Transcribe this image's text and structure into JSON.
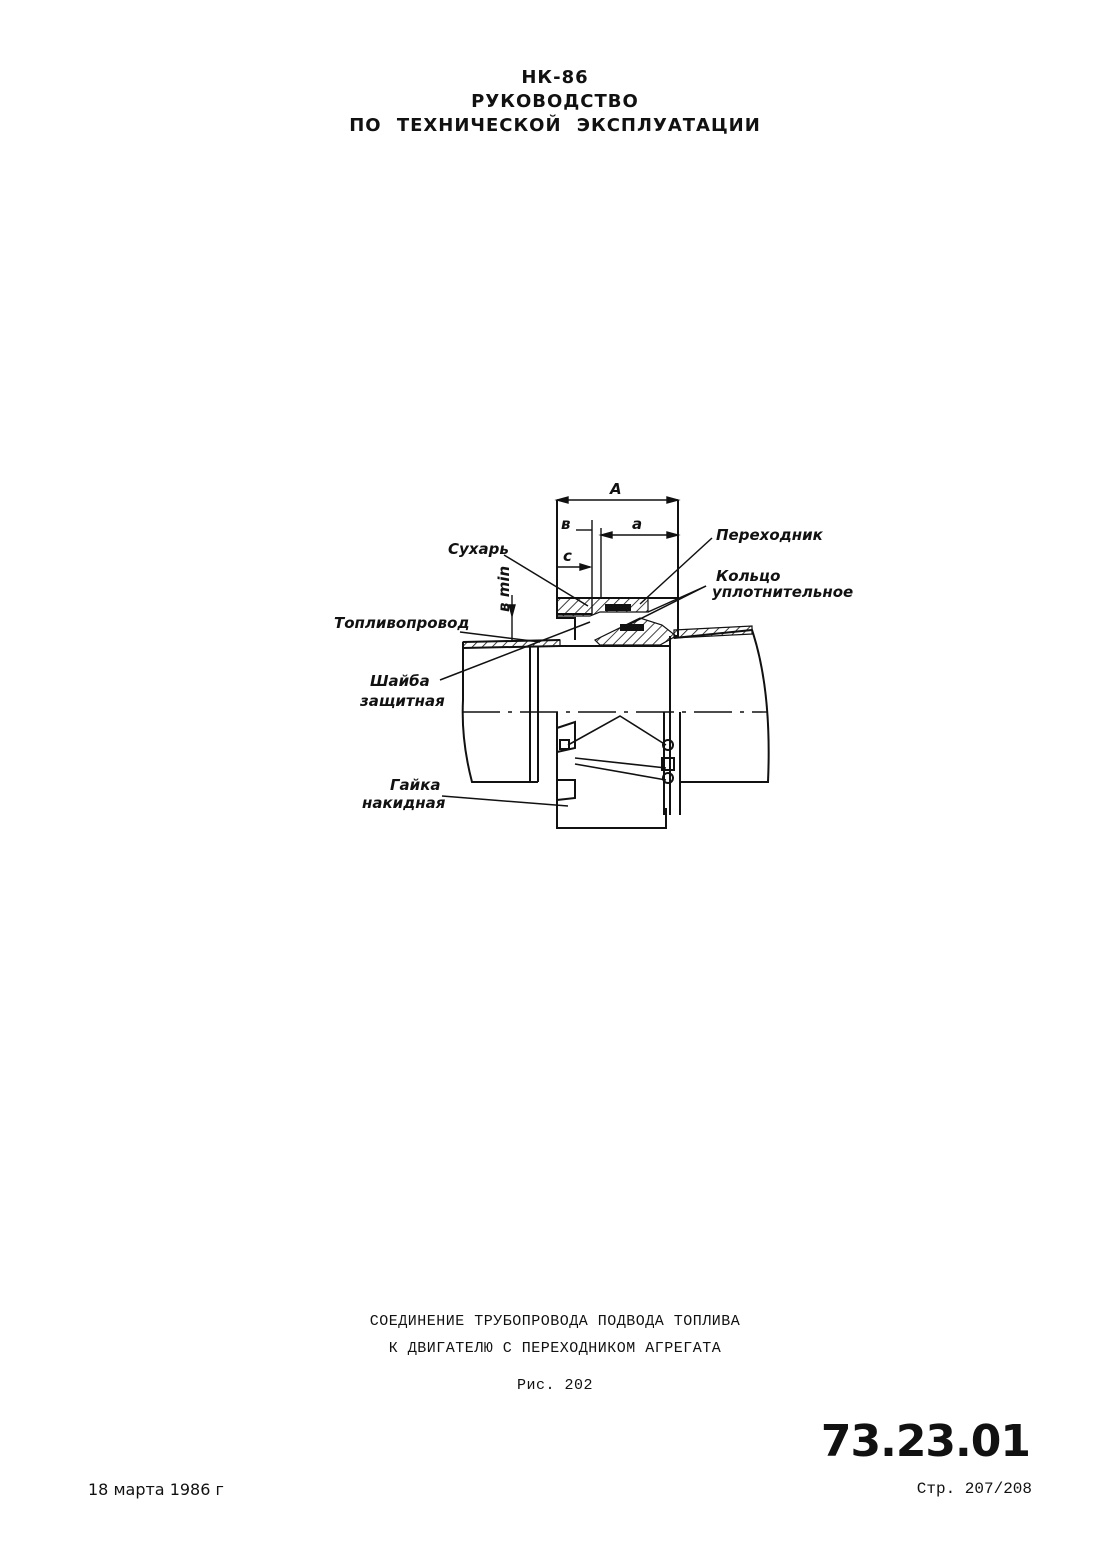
{
  "header": {
    "line1": "НК-86",
    "line2": "РУКОВОДСТВО",
    "line3": "ПО ТЕХНИЧЕСКОЙ ЭКСПЛУАТАЦИИ"
  },
  "figure": {
    "labels": {
      "dim_A": "A",
      "dim_b": "в",
      "dim_a": "a",
      "dim_c": "c",
      "dim_bmin": "в min",
      "suhar": "Сухарь",
      "perehodnik": "Переходник",
      "koltso_1": "Кольцо",
      "koltso_2": "уплотнительное",
      "toplivoprovod": "Топливопровод",
      "shaiba_1": "Шайба",
      "shaiba_2": "защитная",
      "gaika_1": "Гайка",
      "gaika_2": "накидная"
    }
  },
  "caption": {
    "line1": "СОЕДИНЕНИЕ ТРУБОПРОВОДА ПОДВОДА ТОПЛИВА",
    "line2": "К ДВИГАТЕЛЮ С ПЕРЕХОДНИКОМ АГРЕГАТА",
    "figure_ref": "Рис. 202"
  },
  "footer": {
    "doc_number": "73.23.01",
    "date": "18 марта 1986 г",
    "page": "Стр. 207/208"
  }
}
